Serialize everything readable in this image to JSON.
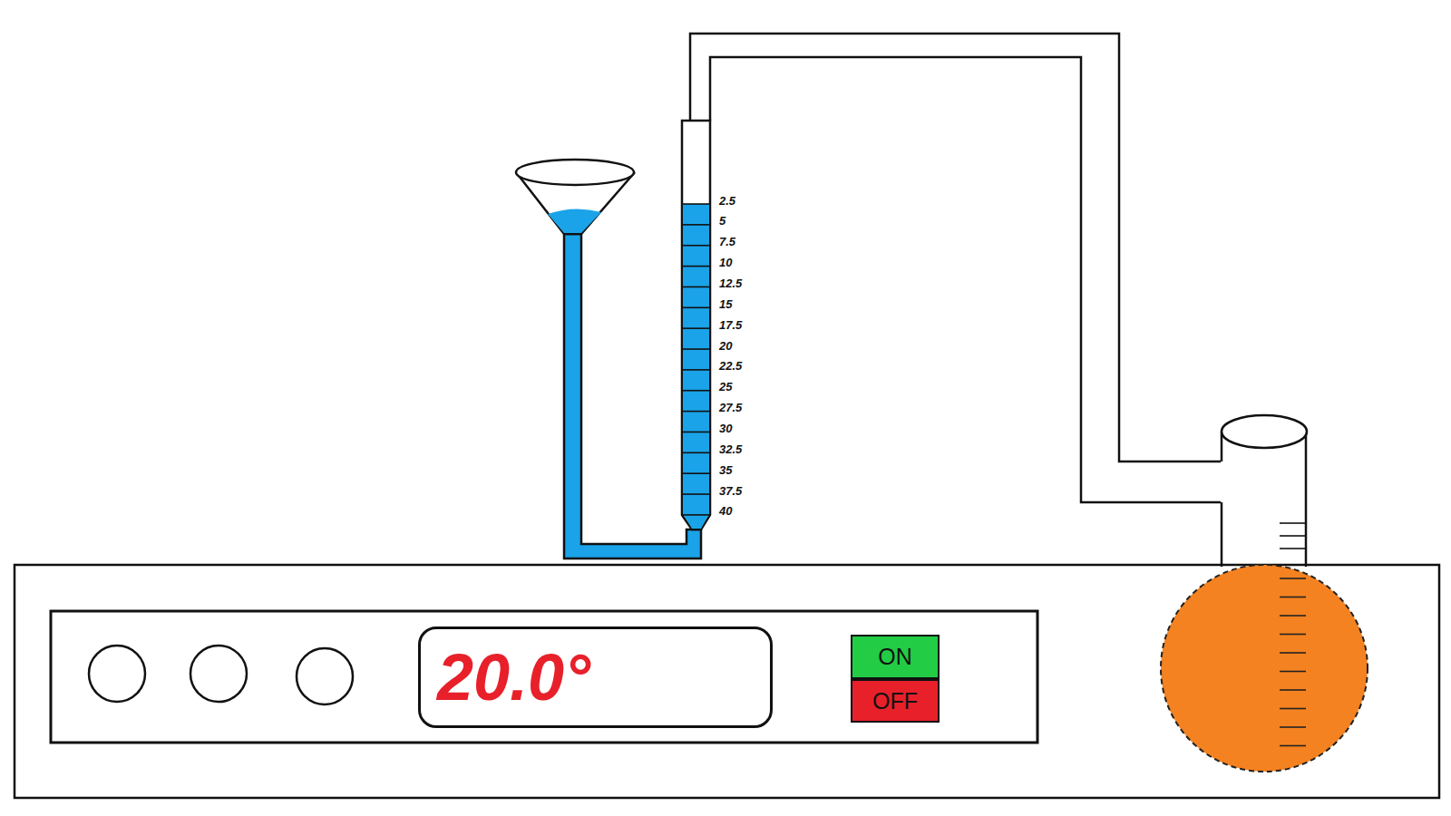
{
  "diagram": {
    "nodes": [
      {
        "text": [
          "20.0°"
        ]
      },
      {
        "text": [
          "ON"
        ]
      },
      {
        "text": [
          "OFF"
        ]
      }
    ],
    "labels": [
      "2.5",
      "5",
      "7.5",
      "10",
      "12.5",
      "15",
      "17.5",
      "20",
      "22.5",
      "25",
      "27.5",
      "30",
      "32.5",
      "35",
      "37.5",
      "40"
    ]
  }
}
